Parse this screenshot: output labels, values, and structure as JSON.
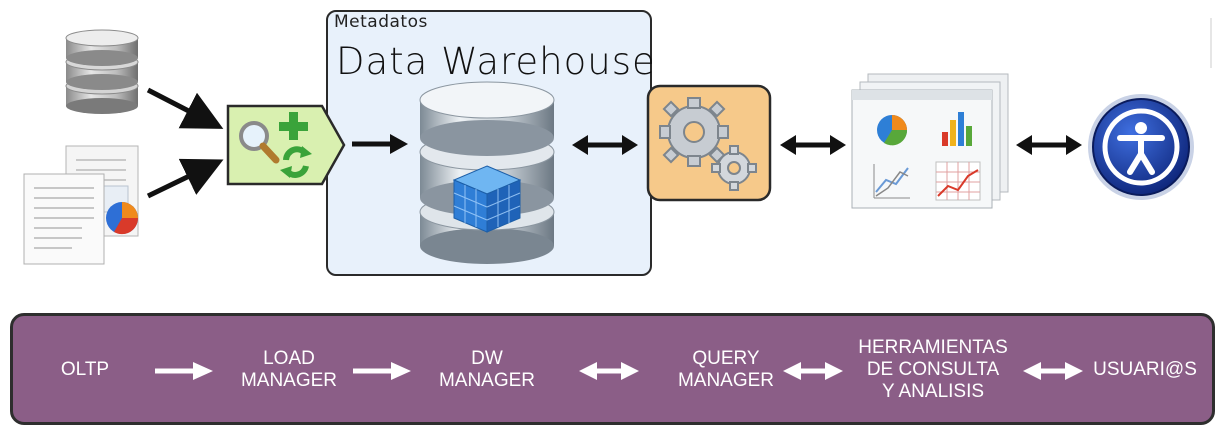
{
  "diagram": {
    "metadata_label": "Metadatos",
    "warehouse_title": "Data Warehouse",
    "pipeline": {
      "steps": [
        {
          "id": "oltp",
          "lines": [
            "OLTP"
          ]
        },
        {
          "id": "load-manager",
          "lines": [
            "LOAD",
            "MANAGER"
          ]
        },
        {
          "id": "dw-manager",
          "lines": [
            "DW",
            "MANAGER"
          ]
        },
        {
          "id": "query-manager",
          "lines": [
            "QUERY",
            "MANAGER"
          ]
        },
        {
          "id": "herramientas",
          "lines": [
            "HERRAMIENTAS",
            "DE CONSULTA",
            "Y ANALISIS"
          ]
        },
        {
          "id": "usuarios",
          "lines": [
            "USUARI@S"
          ]
        }
      ],
      "connectors": [
        "one-way",
        "one-way",
        "two-way",
        "two-way",
        "two-way"
      ]
    },
    "icons": [
      "database-icon",
      "documents-icon",
      "etl-search-add-refresh-icon",
      "data-cube-database-icon",
      "gears-icon",
      "reports-charts-icon",
      "user-accessibility-icon"
    ],
    "colors": {
      "warehouse_box": "#e8f1fb",
      "etl_box": "#d9f0b0",
      "gears_box": "#f6c98a",
      "pipeline_bar": "#8b5e87",
      "user_circle": "#1d3fa8",
      "text_on_bar": "#ffffff"
    }
  }
}
